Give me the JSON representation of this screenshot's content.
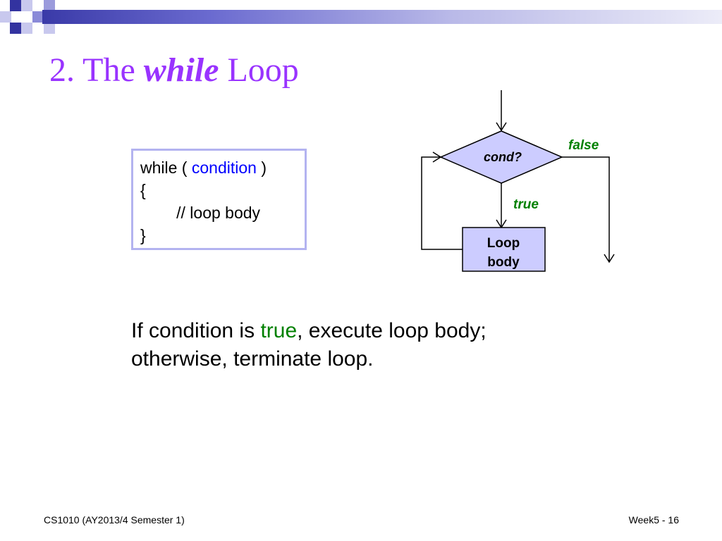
{
  "slide": {
    "title_prefix": "2. The ",
    "title_keyword": "while",
    "title_suffix": " Loop",
    "code": {
      "line1_prefix": "while ( ",
      "line1_condition": "condition",
      "line1_suffix": " )",
      "line2": "{",
      "line3": "        // loop body",
      "line4": "}"
    },
    "flowchart": {
      "decision_label": "cond?",
      "false_label": "false",
      "true_label": "true",
      "process_label_line1": "Loop",
      "process_label_line2": "body"
    },
    "description": {
      "part1": "If condition is ",
      "highlight": "true",
      "part2": ", execute loop body;",
      "line2": "otherwise, terminate loop."
    },
    "footer": {
      "left": "CS1010 (AY2013/4 Semester 1)",
      "right": "Week5 - 16"
    },
    "colors": {
      "title": "#9933ff",
      "condition_text": "#0000ff",
      "true_false_text": "#008000",
      "shape_fill": "#ccccff",
      "code_border": "#b3b3f0"
    }
  }
}
